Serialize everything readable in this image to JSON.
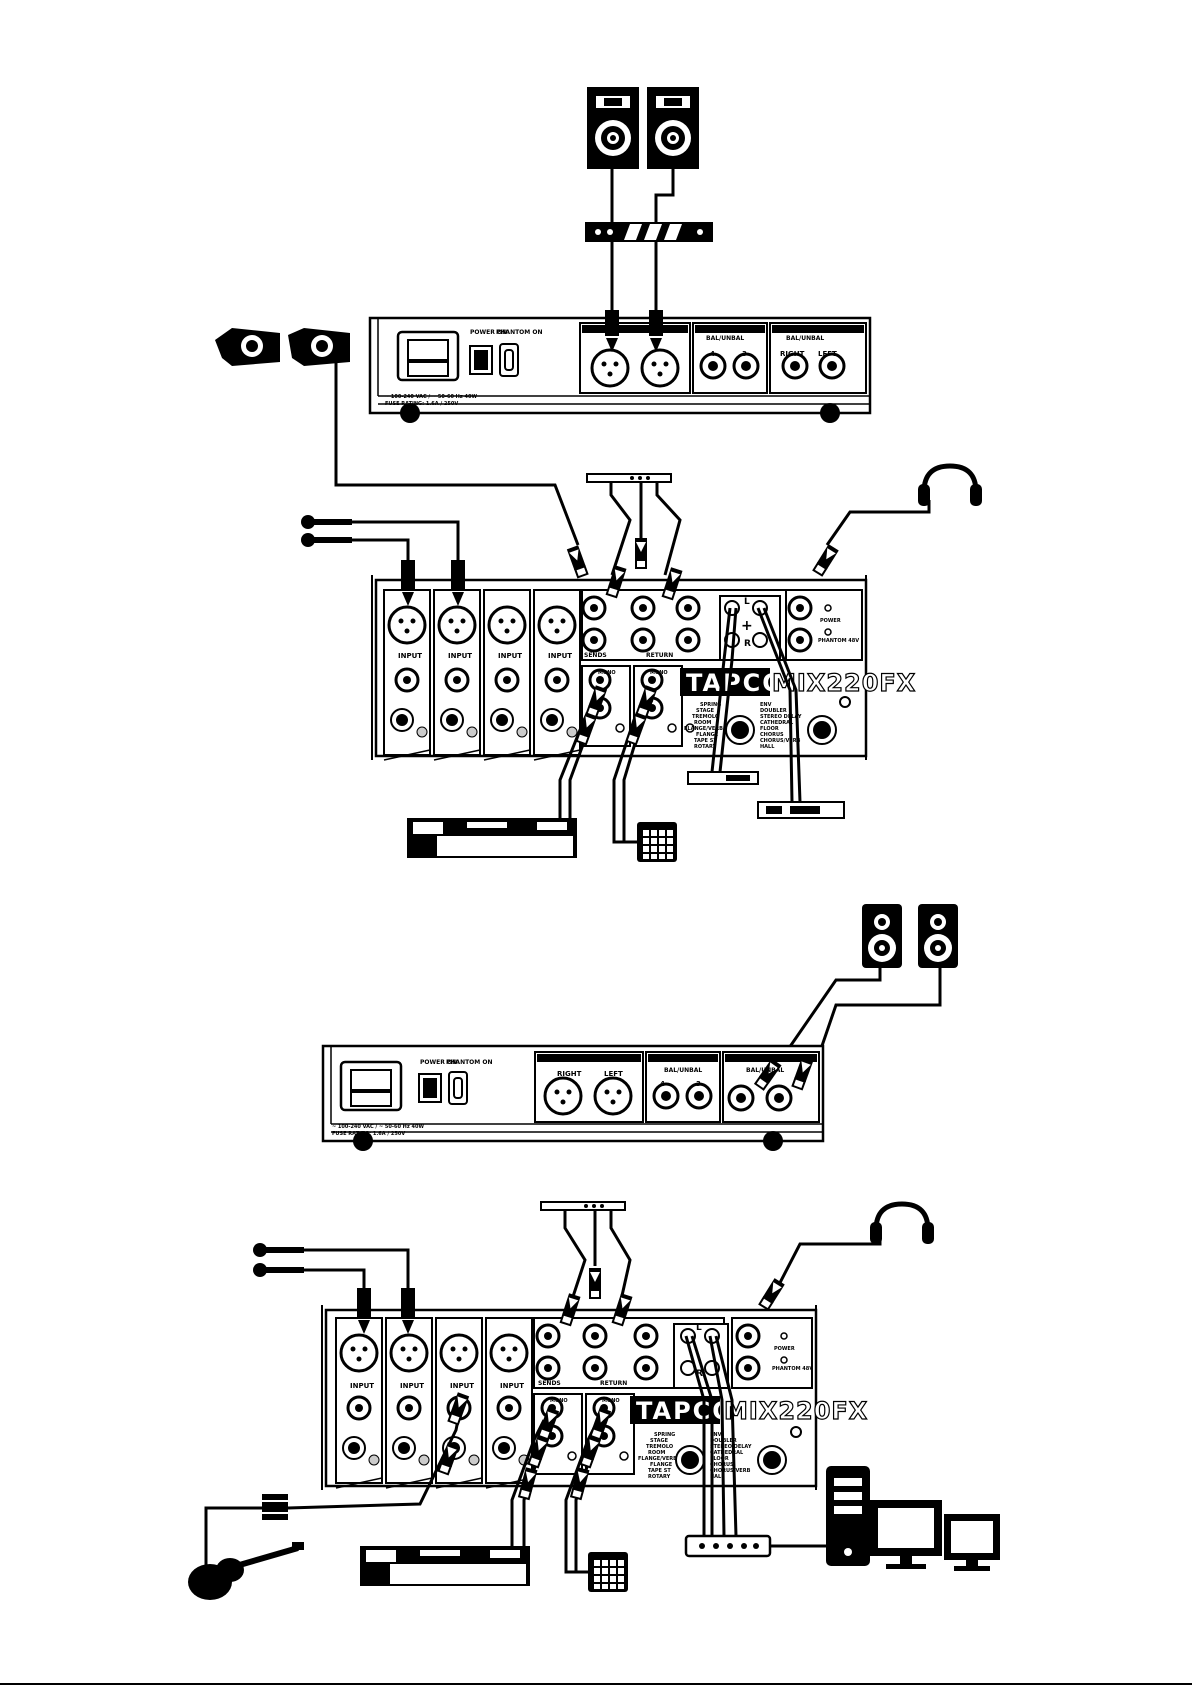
{
  "labels": {
    "power_on": "POWER ON",
    "phantom_on": "PHANTOM ON",
    "bal_unbal": "BAL/UNBAL",
    "right": "RIGHT",
    "left": "LEFT",
    "ch4": "4",
    "ch3": "3",
    "input": "INPUT",
    "sends": "SENDS",
    "return": "RETURN",
    "mono": "MONO",
    "power": "POWER",
    "phantom_48v": "PHANTOM 48V",
    "l": "L",
    "r": "R",
    "voltage": "~ 100-240 VAC / ~ 50-60 Hz 40W",
    "fuse": "FUSE RATING: 1.6A / 250V"
  },
  "brand": {
    "name": "TAPCO",
    "model": "MIX220FX"
  },
  "effects_left": [
    "SPRING",
    "STAGE",
    "TREMOLO",
    "ROOM",
    "FLANGE/VERB",
    "FLANGE",
    "TAPE ST",
    "ROTARY"
  ],
  "effects_right": [
    "ENV",
    "DOUBLER",
    "STEREO DELAY",
    "CATHEDRAL",
    "FLOOR",
    "CHORUS",
    "CHORUS/VERB",
    "HALL"
  ],
  "colors": {
    "ink": "#000000",
    "paper": "#ffffff"
  }
}
